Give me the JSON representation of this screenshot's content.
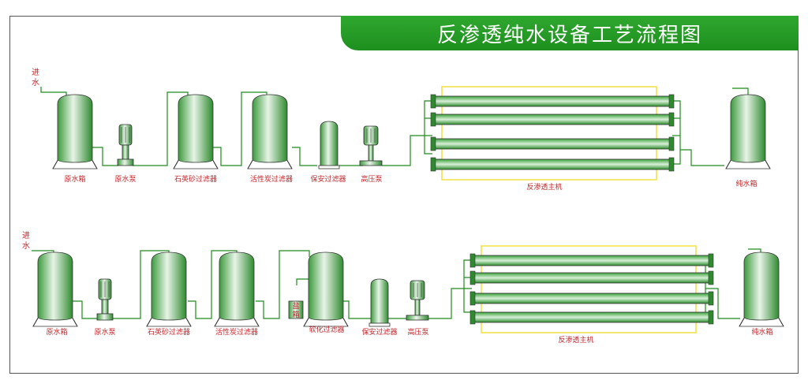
{
  "title": "反渗透纯水设备工艺流程图",
  "colors": {
    "pipe": "#1f8a1f",
    "label": "#c0282d",
    "frame": "#f0e040"
  },
  "row1": {
    "inlet_top": "进",
    "inlet_bottom": "水",
    "labels": {
      "raw_tank": "原水箱",
      "raw_pump": "原水泵",
      "sand_filter": "石英砂过滤器",
      "carbon_filter": "活性炭过滤器",
      "security_filter": "保安过滤器",
      "hp_pump": "高压泵",
      "ro_host": "反渗透主机",
      "pure_tank": "纯水箱"
    }
  },
  "row2": {
    "inlet_top": "进",
    "inlet_bottom": "水",
    "salt_box_top": "盐",
    "salt_box_bottom": "箱",
    "labels": {
      "raw_tank": "原水箱",
      "raw_pump": "原水泵",
      "sand_filter": "石英砂过滤器",
      "carbon_filter": "活性炭过滤器",
      "softener": "软化过滤器",
      "security_filter": "保安过滤器",
      "hp_pump": "高压泵",
      "ro_host": "反渗透主机",
      "pure_tank": "纯水箱"
    }
  }
}
